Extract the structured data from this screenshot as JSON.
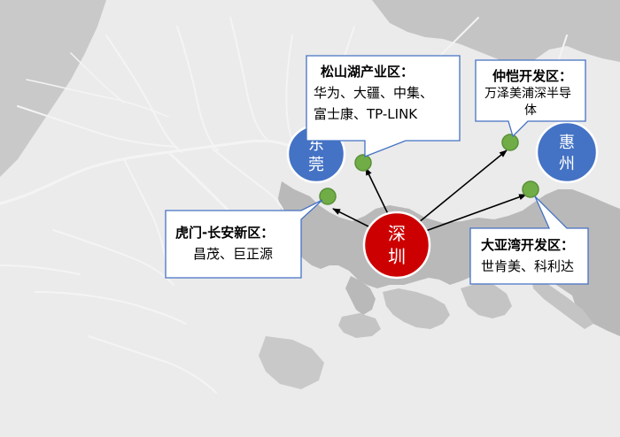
{
  "colors": {
    "sea": "#ebebeb",
    "land": "#b9b9b9",
    "water_lines": "#f4f4f4",
    "shenzhen_circle": "#cc0000",
    "city_circle": "#4472c4",
    "zone_marker": "#70ad47",
    "callout_border": "#4472c4",
    "arrow": "#000000"
  },
  "cities": {
    "shenzhen": {
      "name_line1": "深",
      "name_line2": "圳"
    },
    "dongguan": {
      "name_line1": "东",
      "name_line2": "莞"
    },
    "huizhou": {
      "name_line1": "惠",
      "name_line2": "州"
    }
  },
  "zones": {
    "songshan_lake": {
      "title": "松山湖产业区：",
      "line1": "华为、大疆、中集、",
      "line2": "富士康、TP-LINK"
    },
    "zhongkai": {
      "title": "仲恺开发区：",
      "line1": "万泽美浦深半导",
      "line2": "体"
    },
    "humen_changan": {
      "title": "虎门-长安新区：",
      "line1": "昌茂、巨正源"
    },
    "daya_bay": {
      "title": "大亚湾开发区：",
      "line1": "世肯美、科利达"
    }
  }
}
